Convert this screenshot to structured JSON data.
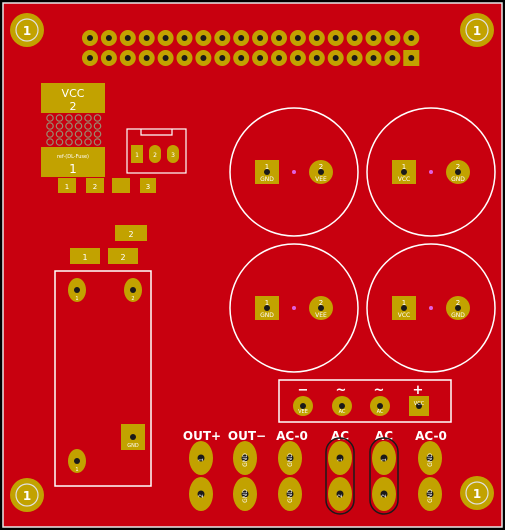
{
  "colors": {
    "board": "#c8000f",
    "board_edge": "#e8e8e8",
    "copper": "#c2a200",
    "copper_dark": "#8a7200",
    "hole": "#1a1a1a",
    "silk": "#ffffff",
    "hole_ring": "#e0e0e0",
    "pad_text": "#ffffff"
  },
  "mounting_holes": {
    "label": "1"
  },
  "header": {
    "pin_count_per_row": 18
  },
  "vcc_chip": {
    "top_label": "VCC",
    "top_number": "2",
    "bottom_label": "ref-(DL-Fuse)",
    "bottom_number": "1"
  },
  "small_connector": {
    "pin1": "1",
    "pin2": "2",
    "pin3": "3"
  },
  "smd_row_a": [
    "1",
    "2",
    "",
    "3"
  ],
  "smd_row_b": [
    "2"
  ],
  "smd_row_c": [
    "1",
    "2"
  ],
  "capacitors": [
    {
      "left_pad": "1",
      "left_net": "GND",
      "right_pad": "2",
      "right_net": "VEE"
    },
    {
      "left_pad": "1",
      "left_net": "VCC",
      "right_pad": "2",
      "right_net": "GND"
    },
    {
      "left_pad": "1",
      "left_net": "GND",
      "right_pad": "2",
      "right_net": "VEE"
    },
    {
      "left_pad": "1",
      "left_net": "VCC",
      "right_pad": "2",
      "right_net": "GND"
    }
  ],
  "rect_module": {
    "pad_top_left": "1",
    "pad_top_right": "2",
    "pad_right_lower": "GND",
    "pad_bottom_left": "1"
  },
  "power_connector": {
    "labels": [
      "−",
      "~",
      "~",
      "+"
    ],
    "pin_nets": [
      "VEE",
      "AC",
      "AC",
      "VCC"
    ]
  },
  "output_labels": [
    "OUT+",
    "OUT−",
    "AC-0",
    "AC",
    "AC",
    "AC-0"
  ],
  "output_pad_nets_top": [
    "1",
    "GND",
    "GND",
    "1",
    "1",
    "GND"
  ],
  "output_pad_nets_bottom": [
    "2",
    "GND",
    "GND",
    "2",
    "2",
    "GND"
  ]
}
